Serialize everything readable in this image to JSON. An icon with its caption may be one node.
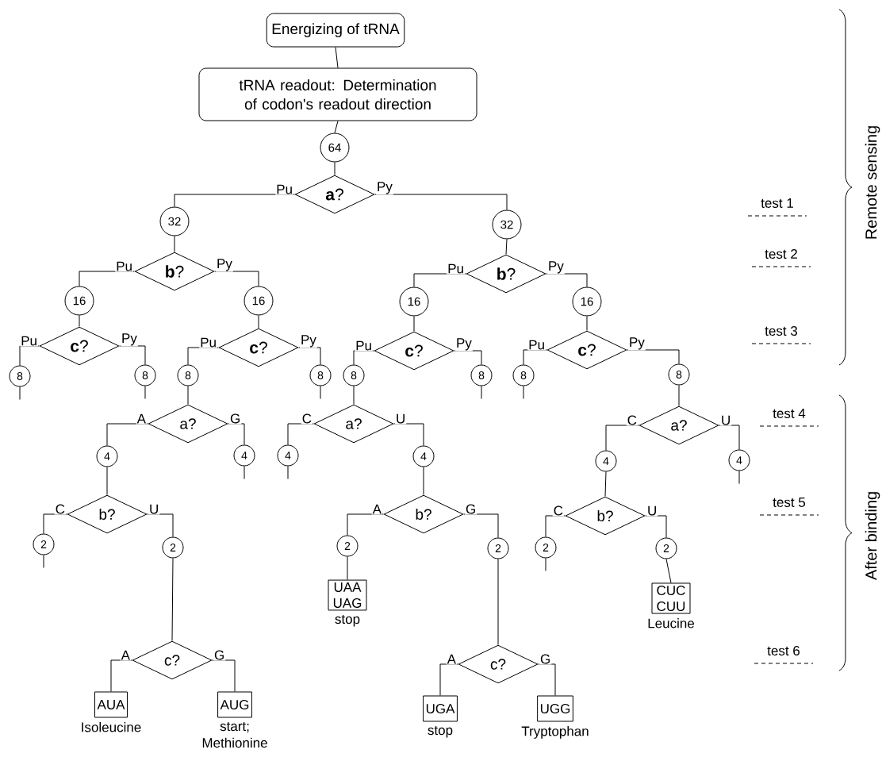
{
  "diagram": {
    "nodes": [
      {
        "text": [
          "Energizing of tRNA"
        ]
      },
      {
        "text": [
          "tRNA readout: Determination of codon's readout direction"
        ]
      },
      {
        "text": [
          "64"
        ]
      },
      {
        "text": [
          "**a**?"
        ]
      },
      {
        "text": [
          "32"
        ]
      },
      {
        "text": [
          "32"
        ]
      },
      {
        "text": [
          "**b**?"
        ]
      },
      {
        "text": [
          "**b**?"
        ]
      },
      {
        "text": [
          "16"
        ]
      },
      {
        "text": [
          "16"
        ]
      },
      {
        "text": [
          "16"
        ]
      },
      {
        "text": [
          "16"
        ]
      },
      {
        "text": [
          "**c**?"
        ]
      },
      {
        "text": [
          "**c**?"
        ]
      },
      {
        "text": [
          "**c**?"
        ]
      },
      {
        "text": [
          "**c**?"
        ]
      },
      {
        "text": [
          "8"
        ]
      },
      {
        "text": [
          "8"
        ]
      },
      {
        "text": [
          "8"
        ]
      },
      {
        "text": [
          "8"
        ]
      },
      {
        "text": [
          "8"
        ]
      },
      {
        "text": [
          "8"
        ]
      },
      {
        "text": [
          "8"
        ]
      },
      {
        "text": [
          "8"
        ]
      },
      {
        "text": [
          "a?"
        ]
      },
      {
        "text": [
          "a?"
        ]
      },
      {
        "text": [
          "a?"
        ]
      },
      {
        "text": [
          "4"
        ]
      },
      {
        "text": [
          "4"
        ]
      },
      {
        "text": [
          "4"
        ]
      },
      {
        "text": [
          "4"
        ]
      },
      {
        "text": [
          "4"
        ]
      },
      {
        "text": [
          "4"
        ]
      },
      {
        "text": [
          "b?"
        ]
      },
      {
        "text": [
          "b?"
        ]
      },
      {
        "text": [
          "b?"
        ]
      },
      {
        "text": [
          "2"
        ]
      },
      {
        "text": [
          "2"
        ]
      },
      {
        "text": [
          "2"
        ]
      },
      {
        "text": [
          "2"
        ]
      },
      {
        "text": [
          "2"
        ]
      },
      {
        "text": [
          "2"
        ]
      },
      {
        "text": [
          "UAA UAG"
        ],
        "beside": [
          "stop"
        ]
      },
      {
        "text": [
          "CUC CUU"
        ],
        "beside": [
          "Leucine"
        ]
      },
      {
        "text": [
          "c?"
        ]
      },
      {
        "text": [
          "c?"
        ]
      },
      {
        "text": [
          "AUA"
        ],
        "beside": [
          "Isoleucine"
        ]
      },
      {
        "text": [
          "AUG"
        ],
        "beside": [
          "start; Methionine"
        ]
      },
      {
        "text": [
          "UGA"
        ],
        "beside": [
          "stop"
        ]
      },
      {
        "text": [
          "UGG"
        ],
        "beside": [
          "Tryptophan"
        ]
      }
    ],
    "edges": [
      {
        "from": 0,
        "to": 1,
        "arrow": "none"
      },
      {
        "from": 1,
        "to": 2,
        "arrow": "none"
      },
      {
        "from": 2,
        "to": 3,
        "arrow": "none"
      },
      {
        "from": 3,
        "to": 4,
        "arrow": "none",
        "label": "Pu"
      },
      {
        "from": 3,
        "to": 5,
        "arrow": "none",
        "label": "Py"
      },
      {
        "from": 4,
        "to": 6,
        "arrow": "none"
      },
      {
        "from": 5,
        "to": 7,
        "arrow": "none"
      },
      {
        "from": 6,
        "to": 8,
        "arrow": "none",
        "label": "Pu"
      },
      {
        "from": 6,
        "to": 9,
        "arrow": "none",
        "label": "Py"
      },
      {
        "from": 7,
        "to": 10,
        "arrow": "none",
        "label": "Pu"
      },
      {
        "from": 7,
        "to": 11,
        "arrow": "none",
        "label": "Py"
      },
      {
        "from": 8,
        "to": 12,
        "arrow": "none"
      },
      {
        "from": 9,
        "to": 13,
        "arrow": "none"
      },
      {
        "from": 10,
        "to": 14,
        "arrow": "none"
      },
      {
        "from": 11,
        "to": 15,
        "arrow": "none"
      },
      {
        "from": 12,
        "to": 16,
        "arrow": "none",
        "label": "Pu"
      },
      {
        "from": 12,
        "to": 17,
        "arrow": "none",
        "label": "Py"
      },
      {
        "from": 13,
        "to": 18,
        "arrow": "none",
        "label": "Pu"
      },
      {
        "from": 13,
        "to": 19,
        "arrow": "none",
        "label": "Py"
      },
      {
        "from": 14,
        "to": 20,
        "arrow": "none",
        "label": "Pu"
      },
      {
        "from": 14,
        "to": 21,
        "arrow": "none",
        "label": "Py"
      },
      {
        "from": 15,
        "to": 22,
        "arrow": "none",
        "label": "Pu"
      },
      {
        "from": 15,
        "to": 23,
        "arrow": "none",
        "label": "Py"
      },
      {
        "from": 16,
        "to": null,
        "arrow": "none"
      },
      {
        "from": 17,
        "to": null,
        "arrow": "none"
      },
      {
        "from": 19,
        "to": null,
        "arrow": "none"
      },
      {
        "from": 21,
        "to": null,
        "arrow": "none"
      },
      {
        "from": 22,
        "to": null,
        "arrow": "none"
      },
      {
        "from": 18,
        "to": 24,
        "arrow": "none"
      },
      {
        "from": 20,
        "to": 25,
        "arrow": "none"
      },
      {
        "from": 23,
        "to": 26,
        "arrow": "none"
      },
      {
        "from": 24,
        "to": 27,
        "arrow": "none",
        "label": "A"
      },
      {
        "from": 24,
        "to": 28,
        "arrow": "none",
        "label": "G"
      },
      {
        "from": 25,
        "to": 29,
        "arrow": "none",
        "label": "C"
      },
      {
        "from": 25,
        "to": 30,
        "arrow": "none",
        "label": "U"
      },
      {
        "from": 26,
        "to": 31,
        "arrow": "none",
        "label": "C"
      },
      {
        "from": 26,
        "to": 32,
        "arrow": "none",
        "label": "U"
      },
      {
        "from": 28,
        "to": null,
        "arrow": "none"
      },
      {
        "from": 29,
        "to": null,
        "arrow": "none"
      },
      {
        "from": 32,
        "to": null,
        "arrow": "none"
      },
      {
        "from": 27,
        "to": 33,
        "arrow": "none"
      },
      {
        "from": 30,
        "to": 34,
        "arrow": "none"
      },
      {
        "from": 31,
        "to": 35,
        "arrow": "none"
      },
      {
        "from": 33,
        "to": 36,
        "arrow": "none",
        "label": "C"
      },
      {
        "from": 33,
        "to": 37,
        "arrow": "none",
        "label": "U"
      },
      {
        "from": 34,
        "to": 38,
        "arrow": "none",
        "label": "A"
      },
      {
        "from": 34,
        "to": 39,
        "arrow": "none",
        "label": "G"
      },
      {
        "from": 35,
        "to": 40,
        "arrow": "none",
        "label": "C"
      },
      {
        "from": 35,
        "to": 41,
        "arrow": "none",
        "label": "U"
      },
      {
        "from": 36,
        "to": null,
        "arrow": "none"
      },
      {
        "from": 40,
        "to": null,
        "arrow": "none"
      },
      {
        "from": 37,
        "to": 44,
        "arrow": "none"
      },
      {
        "from": 38,
        "to": 42,
        "arrow": "none"
      },
      {
        "from": 39,
        "to": 45,
        "arrow": "none"
      },
      {
        "from": 41,
        "to": 43,
        "arrow": "none"
      },
      {
        "from": 44,
        "to": 46,
        "arrow": "none",
        "label": "A"
      },
      {
        "from": 44,
        "to": 47,
        "arrow": "none",
        "label": "G"
      },
      {
        "from": 45,
        "to": 48,
        "arrow": "none",
        "label": "A"
      },
      {
        "from": 45,
        "to": 49,
        "arrow": "none",
        "label": "G"
      }
    ],
    "labels": [
      "test 1",
      "test 2",
      "test 3",
      "Remote sensing",
      "test 4",
      "test 5",
      "test 6",
      "After binding"
    ]
  }
}
